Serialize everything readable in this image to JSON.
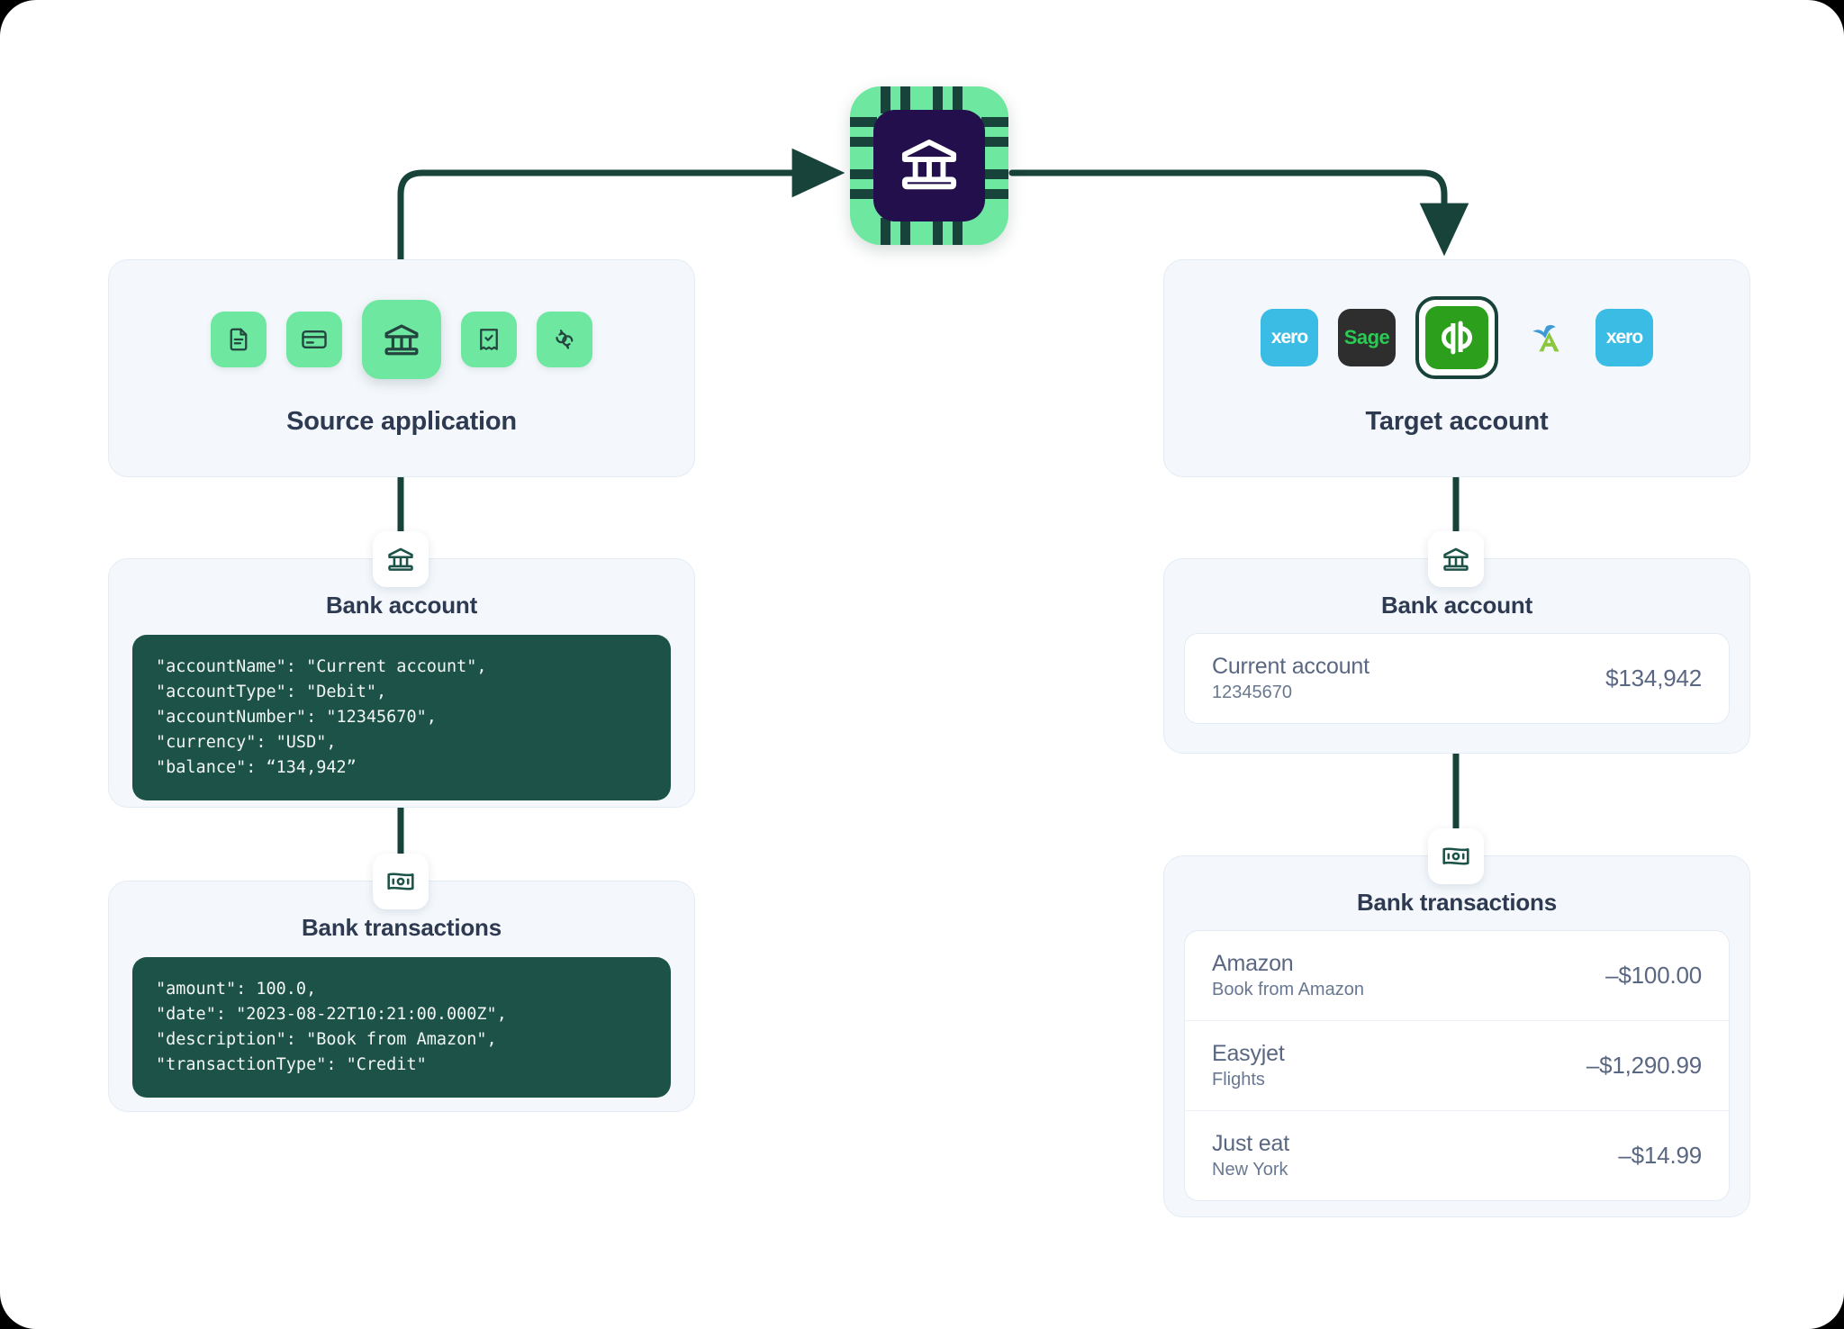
{
  "chip": {
    "icon": "bank-icon",
    "colors": {
      "outer": "#6EE7A0",
      "pins": "#17433B",
      "inner": "#230F4C"
    }
  },
  "source_panel": {
    "title": "Source application",
    "icons": [
      {
        "name": "invoice-document-icon",
        "selected": false
      },
      {
        "name": "credit-card-icon",
        "selected": false
      },
      {
        "name": "bank-icon",
        "selected": true
      },
      {
        "name": "receipt-check-icon",
        "selected": false
      },
      {
        "name": "sync-refresh-icon",
        "selected": false
      }
    ]
  },
  "target_panel": {
    "title": "Target account",
    "logos": [
      {
        "name": "xero-logo",
        "label": "xero",
        "selected": false
      },
      {
        "name": "sage-logo",
        "label": "Sage",
        "selected": false
      },
      {
        "name": "quickbooks-logo",
        "label": "qb",
        "selected": true
      },
      {
        "name": "freeagent-logo",
        "label": "",
        "selected": false
      },
      {
        "name": "xero-logo",
        "label": "xero",
        "selected": false
      }
    ]
  },
  "source_account": {
    "badge_icon": "bank-icon",
    "title": "Bank account",
    "code_lines": [
      "\"accountName\": \"Current account\",",
      "\"accountType\": \"Debit\",",
      "\"accountNumber\": \"12345670\",",
      "\"currency\": \"USD\",",
      "\"balance\": “134,942”"
    ]
  },
  "source_transactions": {
    "badge_icon": "banknote-icon",
    "title": "Bank transactions",
    "code_lines": [
      "\"amount\": 100.0,",
      "\"date\": \"2023-08-22T10:21:00.000Z\",",
      "\"description\": \"Book from Amazon\",",
      "\"transactionType\": \"Credit\""
    ]
  },
  "target_account": {
    "badge_icon": "bank-icon",
    "title": "Bank account",
    "rows": [
      {
        "name": "Current account",
        "sub": "12345670",
        "amount": "$134,942"
      }
    ]
  },
  "target_transactions": {
    "badge_icon": "banknote-icon",
    "title": "Bank transactions",
    "rows": [
      {
        "name": "Amazon",
        "sub": "Book from Amazon",
        "amount": "–$100.00"
      },
      {
        "name": "Easyjet",
        "sub": "Flights",
        "amount": "–$1,290.99"
      },
      {
        "name": "Just eat",
        "sub": "New York",
        "amount": "–$14.99"
      }
    ]
  },
  "colors": {
    "accent_green": "#6EE7A0",
    "dark_teal": "#17433B",
    "code_bg": "#1C5248",
    "panel_bg": "#F4F8FC",
    "heading": "#2E3A51",
    "quickbooks_green": "#2CA01C",
    "xero_blue": "#3BBCE4",
    "sage_green": "#2ACB53"
  }
}
